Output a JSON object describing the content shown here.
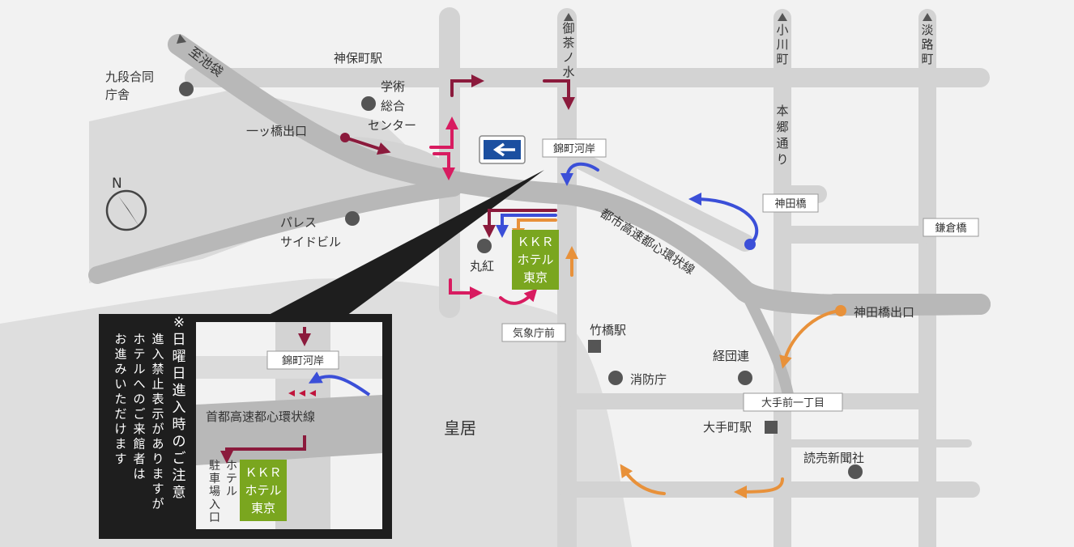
{
  "areas": {
    "ikebukuro_direction": "至池袋",
    "imperial_palace": "皇居"
  },
  "stations": {
    "jimbocho": "神保町駅",
    "takebashi": "竹橋駅",
    "otemachi": "大手町駅"
  },
  "landmarks": {
    "kudan_office": "九段合同庁舎",
    "gakujutsu_center": "学術総合センター",
    "palace_side_bldg": "パレスサイドビル",
    "marubeni": "丸紅",
    "shobocho": "消防庁",
    "keidanren": "経団連",
    "yomiuri": "読売新聞社"
  },
  "roads": {
    "ochanomizu": "御茶ノ水",
    "ogawamachi": "小川町",
    "awajicho": "淡路町",
    "hongo_dori": "本郷通り",
    "shuto_expressway": "都市高速都心環状線"
  },
  "exits": {
    "hitotsubashi_exit": "一ッ橋出口",
    "kandabashi_exit": "神田橋出口"
  },
  "intersections": {
    "nishikicho_kashi": "錦町河岸",
    "kandabashi": "神田橋",
    "kamakurabashi": "鎌倉橋",
    "kishocho_mae": "気象庁前",
    "otemachi_1": "大手前一丁目"
  },
  "hotel": {
    "name_line1": "ＫＫＲ",
    "name_line2": "ホテル",
    "name_line3": "東京"
  },
  "compass": {
    "label": "N"
  },
  "inset": {
    "caution": "※日曜日進入時のご注意",
    "note_line1": "進入禁止表示がありますが",
    "note_line2": "ホテルへのご来館者は",
    "note_line3": "お進みいただけます",
    "intersection": "錦町河岸",
    "expressway": "首都高速都心環状線",
    "parking": "ホテル駐車場入口",
    "hotel_line1": "ＫＫＲ",
    "hotel_line2": "ホテル",
    "hotel_line3": "東京"
  },
  "colors": {
    "route_crimson": "#8b1a3c",
    "route_pink": "#d81b60",
    "route_blue": "#3b4fd8",
    "route_orange": "#e8913a",
    "hotel_green": "#7aa61f",
    "sign_blue": "#1b4fa0"
  }
}
